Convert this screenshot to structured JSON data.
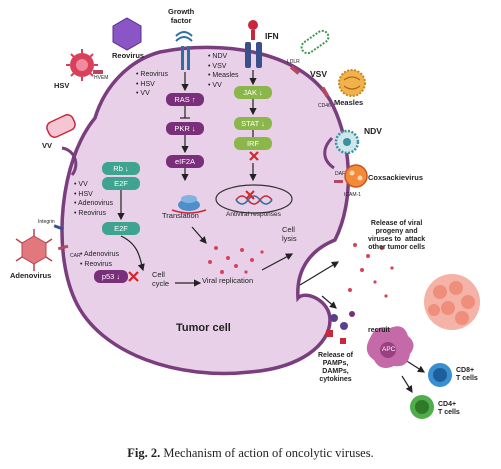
{
  "labels": {
    "growth_factor": "Growth\nfactor",
    "ifn": "IFN",
    "reovirus_top": "Reovirus",
    "hsv": "HSV",
    "hvem": "HVEM",
    "vv": "VV",
    "ldlr": "LDLR",
    "vsv": "VSV",
    "measles": "Measles",
    "cd46": "CD46",
    "ndv": "NDV",
    "daf": "DAF",
    "icam": "ICAM-1",
    "coxsackievirus": "Coxsackievirus",
    "integrin": "Integrin",
    "car": "CAR",
    "adenovirus": "Adenovirus",
    "tumor_cell": "Tumor cell",
    "translation": "Translation",
    "antiviral": "Antiviral responses",
    "viral_replication": "Viral replication",
    "cell_cycle": "Cell\ncycle",
    "cell_lysis": "Cell\nlysis",
    "release_viral": "Release of viral\nprogeny and\nviruses to  attack\nother tumor cells",
    "release_pamps": "Release of\nPAMPs,\nDAMPs,\ncytokines",
    "recruit": "recruit",
    "apc": "APC",
    "cd8": "CD8+\nT cells",
    "cd4": "CD4+\nT cells"
  },
  "pills": {
    "ras": "RAS ↑",
    "pkr": "PKR ↓",
    "eif2a": "eIF2A",
    "jak": "JAK ↓",
    "stat": "STAT ↓",
    "irf": "IRF",
    "rb": "Rb ↓",
    "e2f_1": "E2F",
    "e2f_2": "E2F",
    "p53": "p53 ↓"
  },
  "lists": {
    "ras_viruses": [
      "• Reovirus",
      "• HSV",
      "• VV"
    ],
    "jak_viruses": [
      "• NDV",
      "• VSV",
      "• Measles",
      "• VV"
    ],
    "rb_viruses": [
      "• VV",
      "• HSV",
      "• Adenovirus",
      "• Reovirus"
    ],
    "p53_viruses": [
      "• Adenovirus",
      "• Reovirus"
    ]
  },
  "caption": {
    "prefix": "Fig. 2.",
    "text": " Mechanism of action of oncolytic viruses."
  },
  "colors": {
    "cell_fill": "#e7cfe8",
    "cell_border": "#7a3d7e",
    "pill_purple": "#7a2f7a",
    "pill_green": "#8bb64a",
    "pill_teal": "#3ea38f",
    "virion_red": "#d9415a"
  }
}
